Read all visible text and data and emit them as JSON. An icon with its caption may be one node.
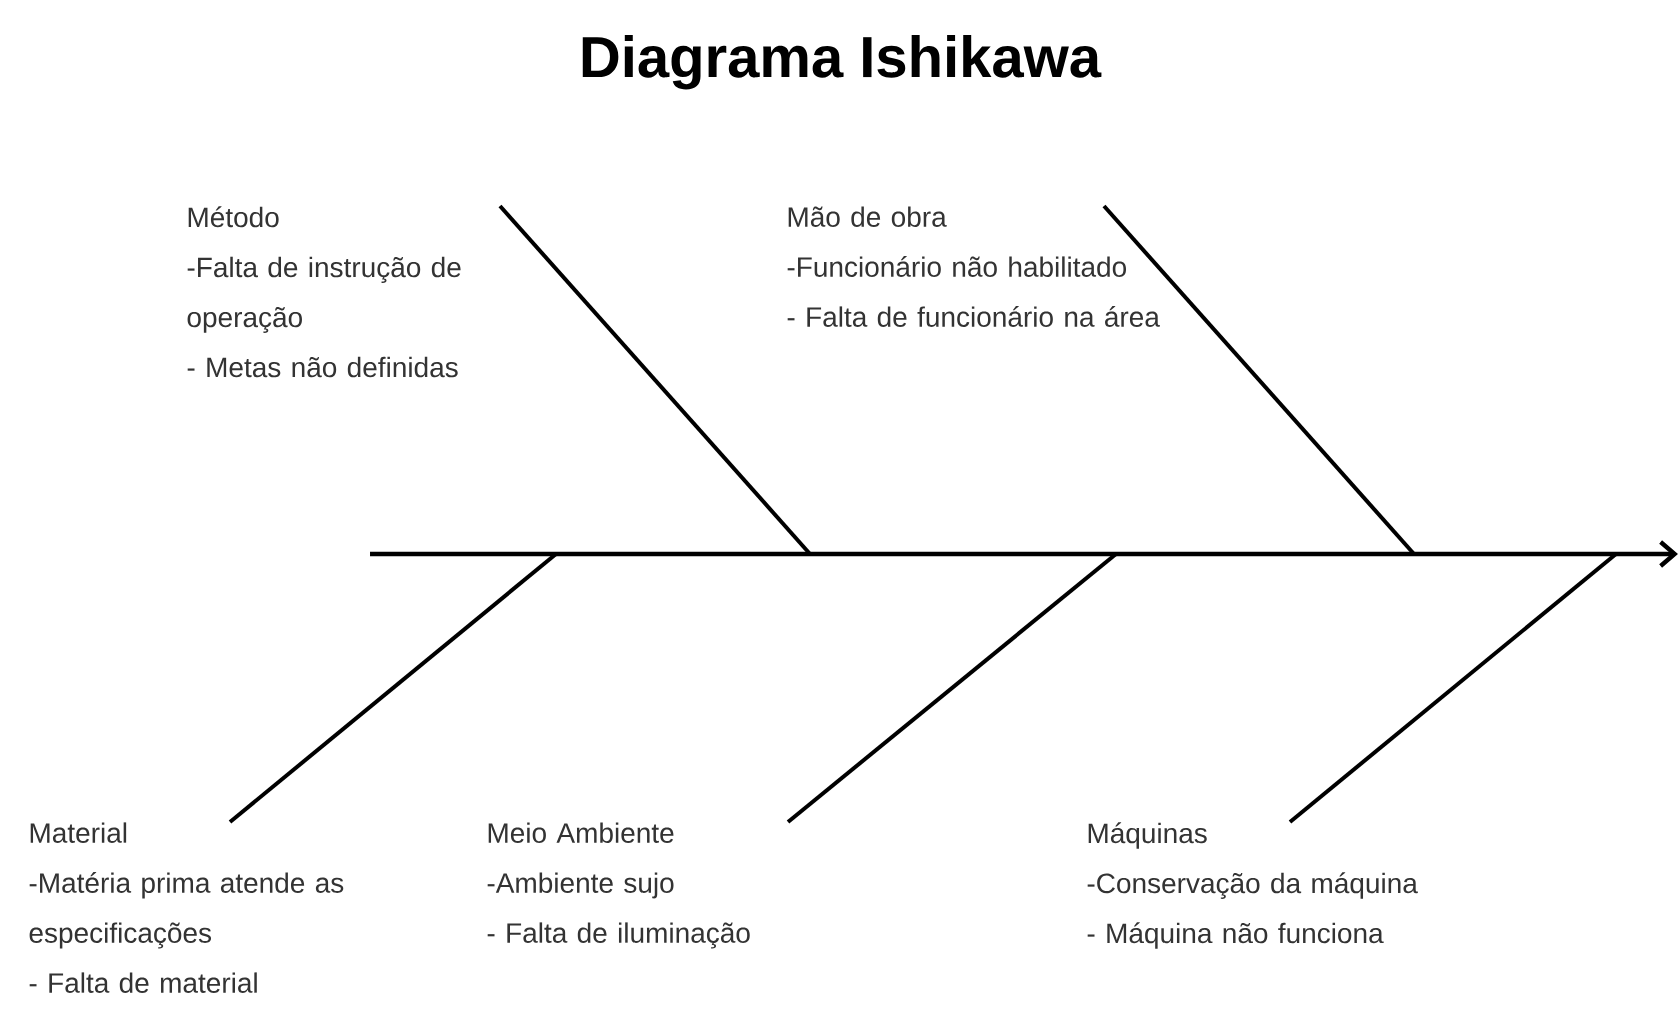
{
  "diagram": {
    "title": "Diagrama Ishikawa",
    "nodes": [
      {
        "text": [
          "Método",
          "-Falta de instrução de operação",
          "- Metas não definidas"
        ]
      },
      {
        "text": [
          "Mão de obra",
          "-Funcionário não habilitado",
          "- Falta de funcionário na área"
        ]
      },
      {
        "text": [
          "Material",
          "-Matéria prima atende as especificações",
          "- Falta de material"
        ]
      },
      {
        "text": [
          "Meio Ambiente",
          "-Ambiente sujo",
          "- Falta de iluminação"
        ]
      },
      {
        "text": [
          "Máquinas",
          "-Conservação da máquina",
          "- Máquina não funciona"
        ]
      }
    ],
    "edges": [
      {
        "from": 0,
        "to": null,
        "arrow": "none"
      },
      {
        "from": 1,
        "to": null,
        "arrow": "none"
      },
      {
        "from": 2,
        "to": null,
        "arrow": "none"
      },
      {
        "from": 3,
        "to": null,
        "arrow": "none"
      },
      {
        "from": 4,
        "to": null,
        "arrow": "none"
      }
    ]
  }
}
